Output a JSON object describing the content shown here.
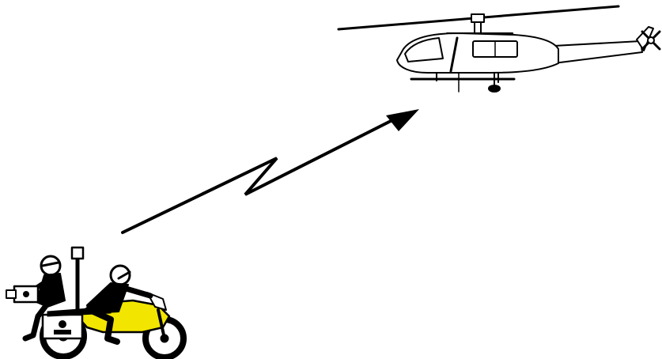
{
  "diagram": {
    "nodes": [
      {
        "id": "motorcycle",
        "icon": "motorcycle-camera-crew-icon",
        "role": "transmitter"
      },
      {
        "id": "helicopter",
        "icon": "helicopter-icon",
        "role": "receiver"
      }
    ],
    "links": [
      {
        "from": "motorcycle",
        "to": "helicopter",
        "style": "wireless-zigzag-arrow"
      }
    ],
    "colors": {
      "line": "#000000",
      "fairing": "#f2e600",
      "background": "#ffffff"
    }
  }
}
